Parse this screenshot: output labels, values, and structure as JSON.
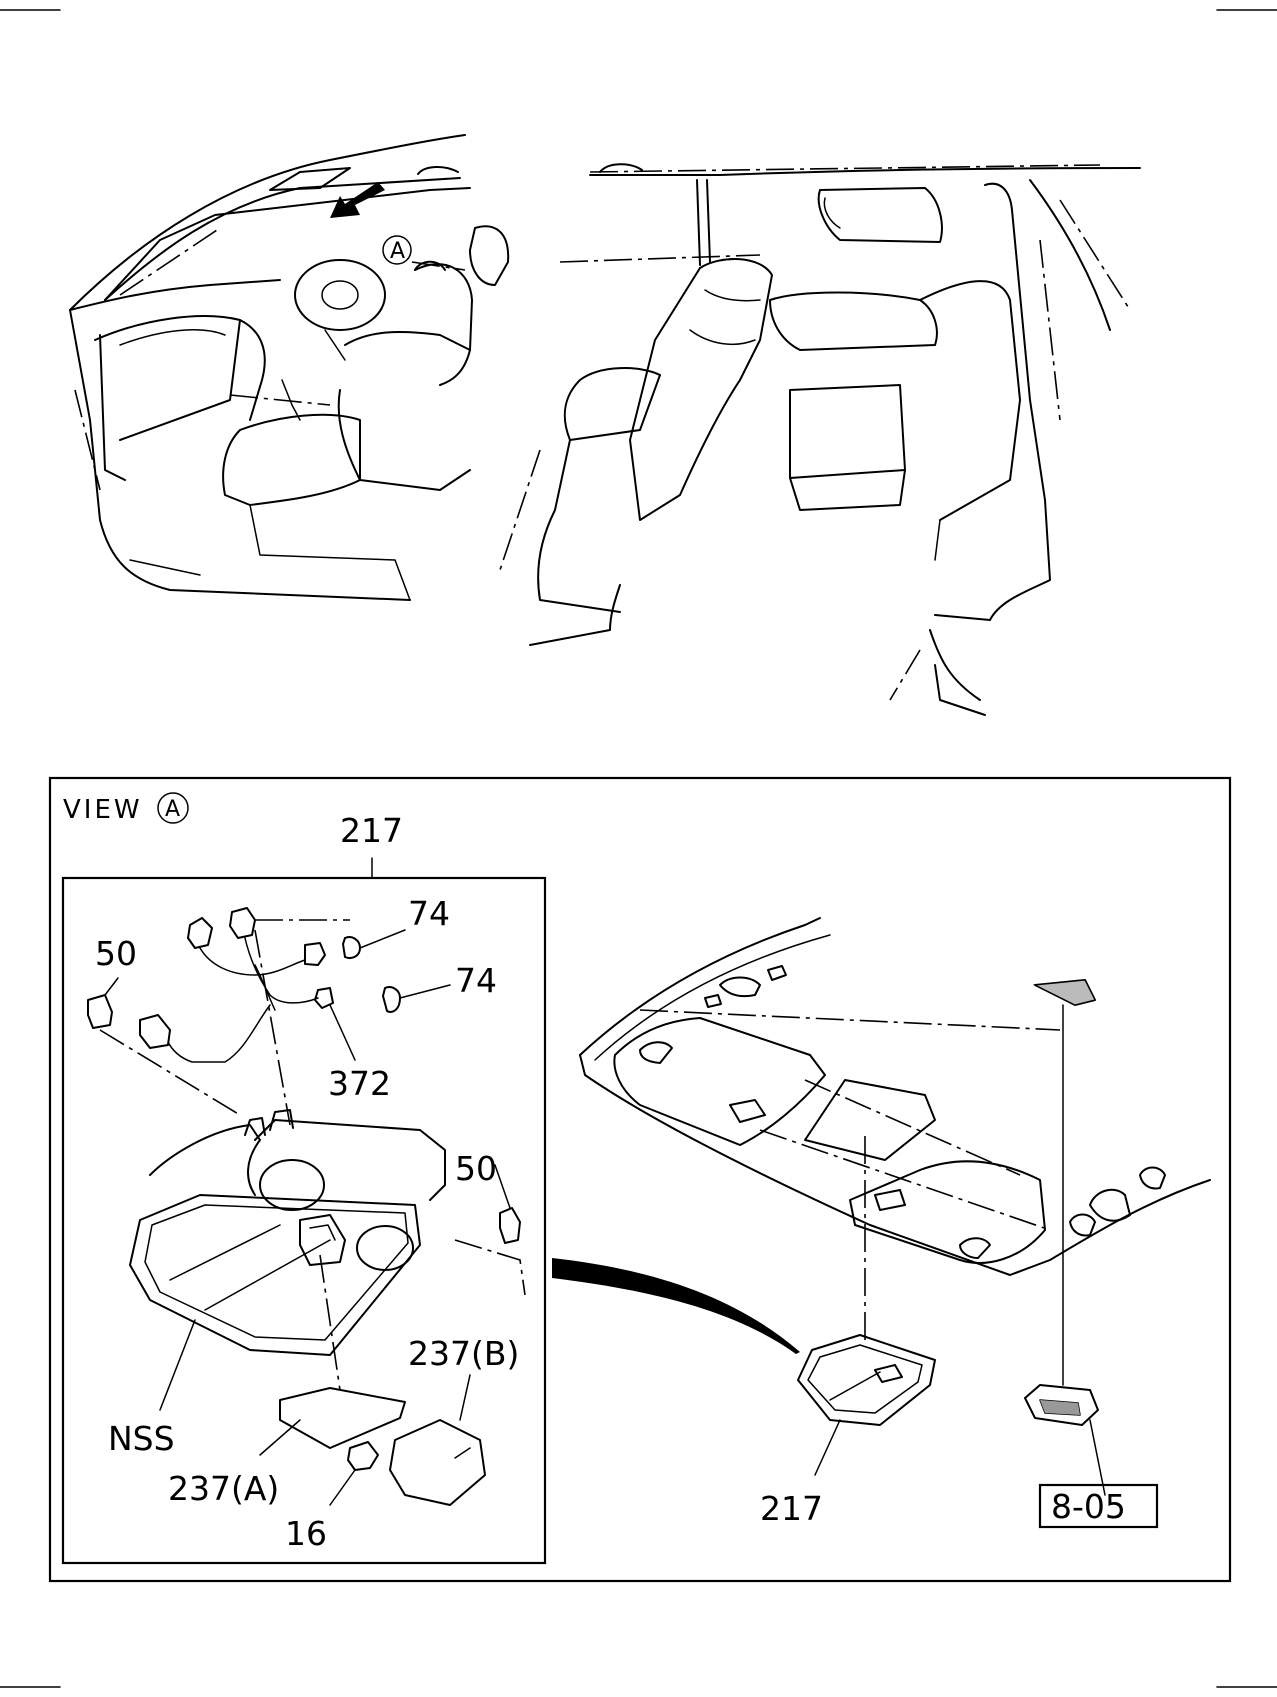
{
  "view_title": "VIEW",
  "view_marker": "A",
  "callouts": {
    "c217_top": "217",
    "c74_a": "74",
    "c74_b": "74",
    "c50_left": "50",
    "c372": "372",
    "c50_right": "50",
    "c237b": "237(B)",
    "cnss": "NSS",
    "c237a": "237(A)",
    "c16": "16",
    "c217_bottom": "217",
    "c805": "8-05"
  }
}
